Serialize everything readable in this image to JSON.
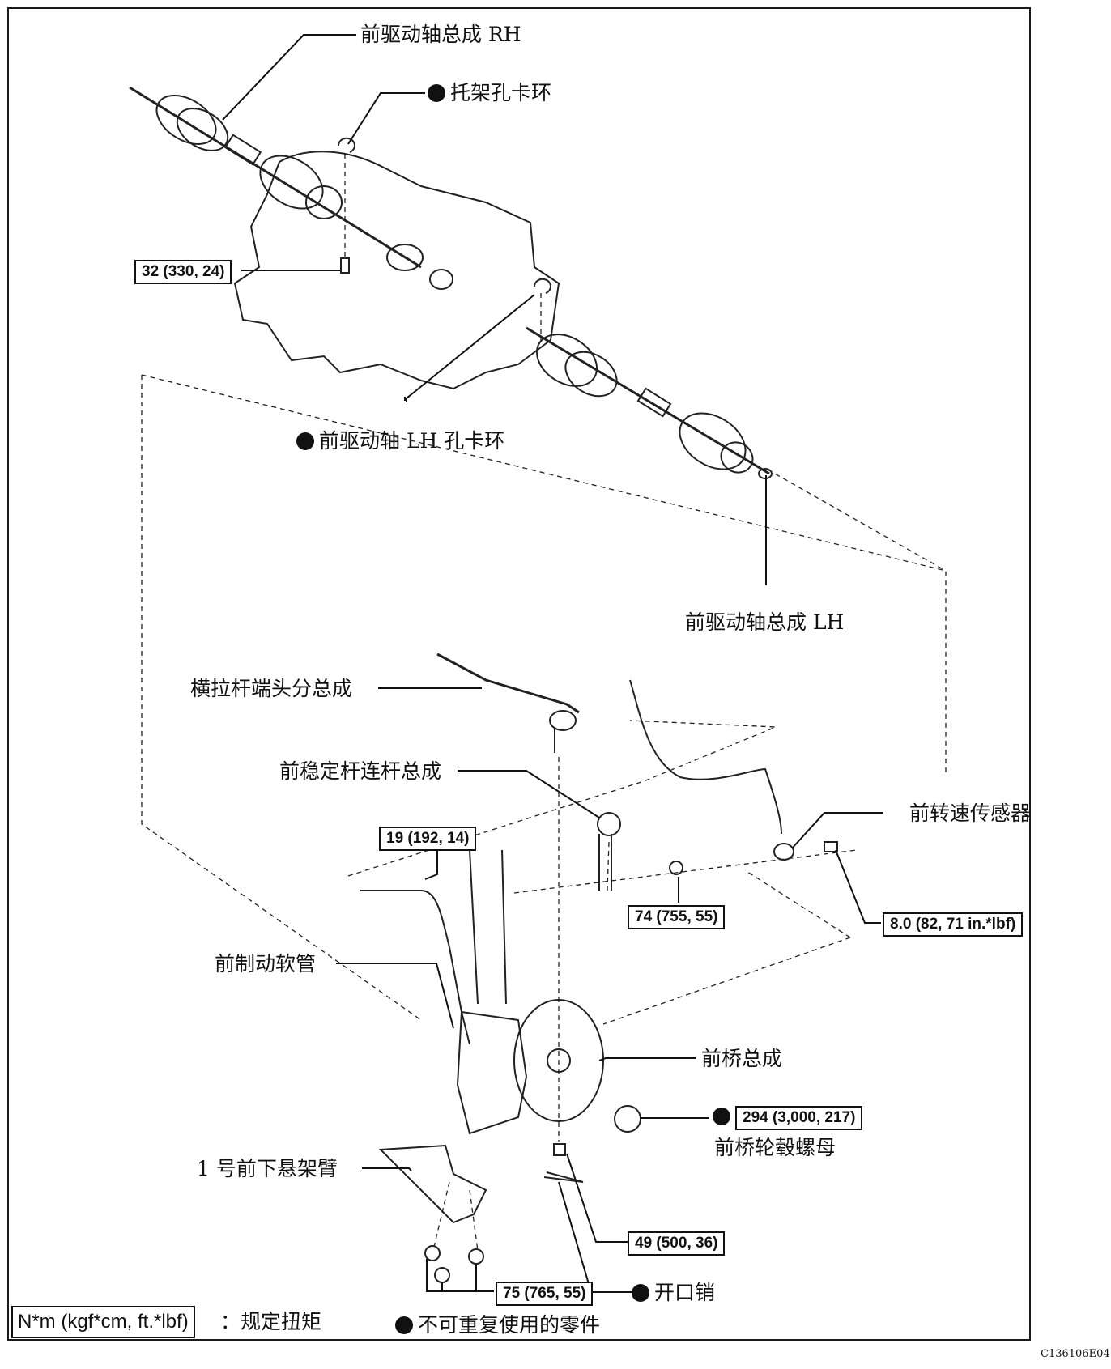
{
  "labels": {
    "rh_shaft": "前驱动轴总成 RH",
    "bracket_snap_ring": "托架孔卡环",
    "lh_snap_ring": "前驱动轴 LH 孔卡环",
    "lh_shaft": "前驱动轴总成 LH",
    "tie_rod_end": "横拉杆端头分总成",
    "stabilizer_link": "前稳定杆连杆总成",
    "speed_sensor": "前转速传感器",
    "brake_hose": "前制动软管",
    "axle_assembly": "前桥总成",
    "hub_nut": "前桥轮毂螺母",
    "lower_arm": "1 号前下悬架臂",
    "cotter_pin": "开口销"
  },
  "torques": {
    "bracket_bolt": "32 (330, 24)",
    "stabilizer_bolt": "19 (192, 14)",
    "stabilizer_nut": "74 (755, 55)",
    "sensor_bolt": "8.0 (82, 71 in.*lbf)",
    "hub_nut": "294 (3,000, 217)",
    "tie_rod_nut": "49 (500, 36)",
    "lower_arm_bolts": "75 (765, 55)"
  },
  "legend": {
    "torque_box": "N*m (kgf*cm, ft.*lbf)",
    "torque_text": "：规定扭矩",
    "non_reusable": "不可重复使用的零件"
  },
  "figure_code": "C136106E04"
}
